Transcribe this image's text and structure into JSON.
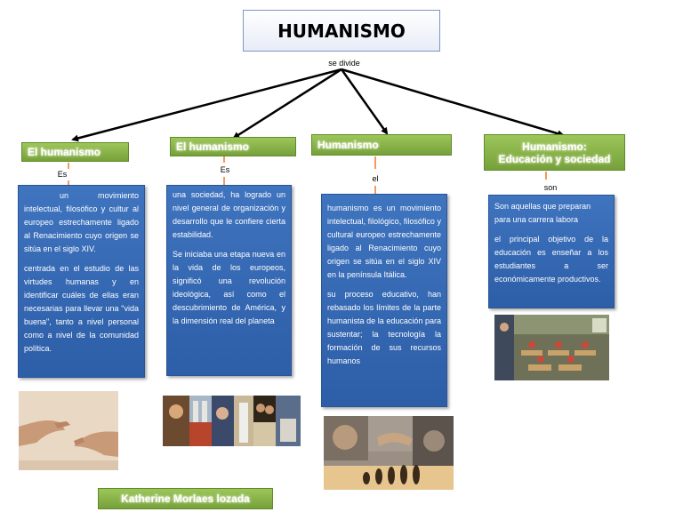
{
  "title": "HUMANISMO",
  "connector_label": "se divide",
  "branches": [
    {
      "header": "El humanismo",
      "link": "Es",
      "paragraphs": [
        "un movimiento intelectual, filosófico y cultur al europeo estrechamente ligado al Renacimiento cuyo origen se sitúa en el siglo XIV.",
        "centrada en el estudio de las virtudes humanas y en identificar cuáles de ellas eran necesarias para llevar una \"vida buena\", tanto a nivel personal como a nivel de la comunidad política."
      ],
      "image": "creation-of-adam-hands"
    },
    {
      "header": "El humanismo",
      "link": "Es",
      "paragraphs": [
        "una sociedad, ha logrado un nivel general de organización y desarrollo que le confiere cierta estabilidad.",
        "Se iniciaba una etapa nueva en la vida de los europeos, significó una revolución ideológica, así como el descubrimiento de América, y la dimensión real del planeta"
      ],
      "image": "renaissance-art-collage"
    },
    {
      "header": "Humanismo",
      "link": "el",
      "paragraphs": [
        "humanismo es un movimiento intelectual, filológico, filosófico y cultural europeo estrechamente ligado al Renacimiento cuyo origen se sitúa en el siglo XIV en la península Itálica.",
        "su proceso educativo, han rebasado los límites de la parte humanista de la educación para sustentar; la tecnología la formación de sus recursos humanos"
      ],
      "image": "human-evolution-collage"
    },
    {
      "header_line1": "Humanismo:",
      "header_line2": "Educación y sociedad",
      "link": "son",
      "paragraphs": [
        "Son aquellas que preparan para una carrera labora",
        "el principal objetivo de la educación es enseñar a los estudiantes a ser económicamente productivos."
      ],
      "image": "classroom-photo"
    }
  ],
  "author": "Katherine Morlaes lozada",
  "colors": {
    "header_green": "#8bb84a",
    "box_blue": "#3567b3",
    "tick_orange": "#f39a5c"
  }
}
